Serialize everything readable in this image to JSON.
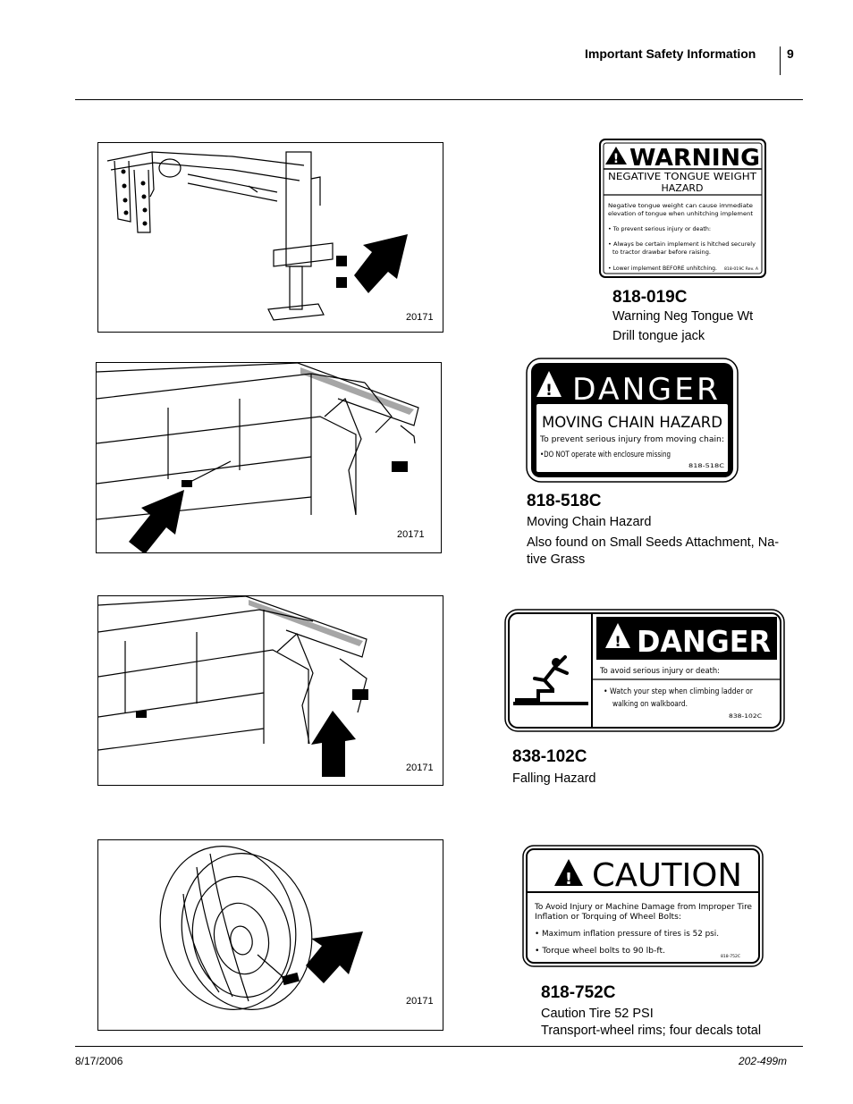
{
  "header": {
    "title": "Important Safety Information",
    "page_number": "9"
  },
  "footer": {
    "date": "8/17/2006",
    "doc_number": "202-499m"
  },
  "figures": [
    {
      "number": "20171"
    },
    {
      "number": "20171"
    },
    {
      "number": "20171"
    },
    {
      "number": "20171"
    }
  ],
  "decals": [
    {
      "part": "818-019C",
      "lines": [
        "Warning Neg Tongue Wt",
        "Drill tongue jack"
      ],
      "label": {
        "signal": "WARNING",
        "hazard_line1": "NEGATIVE TONGUE WEIGHT",
        "hazard_line2": "HAZARD",
        "body1": "Negative tongue weight can cause immediate",
        "body2": "elevation of tongue when unhitching implement",
        "bullet1": "• To prevent serious injury or death:",
        "bullet2a": "• Always be certain implement is hitched securely",
        "bullet2b": "to tractor drawbar before raising.",
        "bullet3": "• Lower implement BEFORE unhitching.",
        "code": "818-019C Rev. A"
      }
    },
    {
      "part": "818-518C",
      "lines": [
        "Moving Chain Hazard",
        "Also found on Small Seeds Attachment, Na-",
        "tive Grass"
      ],
      "label": {
        "signal": "DANGER",
        "hazard": "MOVING CHAIN HAZARD",
        "body1": "To prevent serious injury from moving chain:",
        "body2": "•DO NOT operate with enclosure missing",
        "code": "818-518C"
      }
    },
    {
      "part": "838-102C",
      "lines": [
        "Falling Hazard"
      ],
      "label": {
        "signal": "DANGER",
        "body1": "To avoid serious injury or death:",
        "bullet1a": "• Watch your step when climbing ladder or",
        "bullet1b": "walking on walkboard.",
        "code": "838-102C"
      }
    },
    {
      "part": "818-752C",
      "lines": [
        "Caution Tire 52 PSI",
        "Transport-wheel rims; four decals total"
      ],
      "label": {
        "signal": "CAUTION",
        "body1": "To Avoid Injury or Machine Damage from Improper Tire",
        "body2": "Inflation or Torquing of Wheel Bolts:",
        "bullet1": "• Maximum inflation pressure of tires is 52 psi.",
        "bullet2": "• Torque wheel bolts to 90 lb-ft.",
        "code": "818-752C"
      }
    }
  ]
}
